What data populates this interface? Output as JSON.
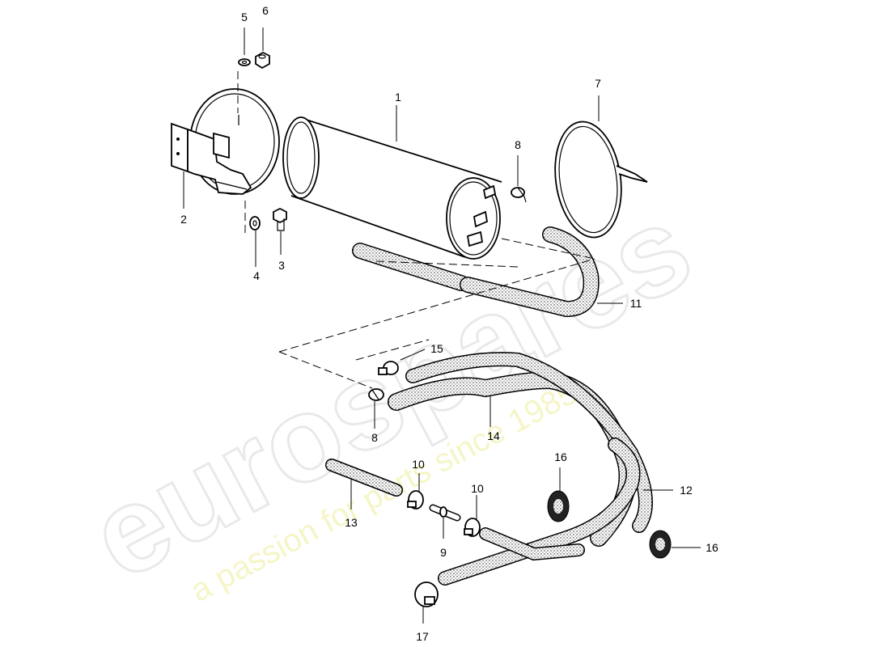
{
  "watermark": {
    "brand": "eurospares",
    "tagline": "a passion for parts since 1985"
  },
  "callouts": {
    "p1": "1",
    "p2": "2",
    "p3": "3",
    "p4": "4",
    "p5": "5",
    "p6": "6",
    "p7": "7",
    "p8a": "8",
    "p8b": "8",
    "p9": "9",
    "p10a": "10",
    "p10b": "10",
    "p11": "11",
    "p12": "12",
    "p13": "13",
    "p14": "14",
    "p15": "15",
    "p16a": "16",
    "p16b": "16",
    "p17": "17"
  },
  "colors": {
    "line": "#000000",
    "hose_fill": "#d8d8d8",
    "watermark_outline": "#e9e9e9",
    "watermark_tagline": "#f6f5c8"
  }
}
